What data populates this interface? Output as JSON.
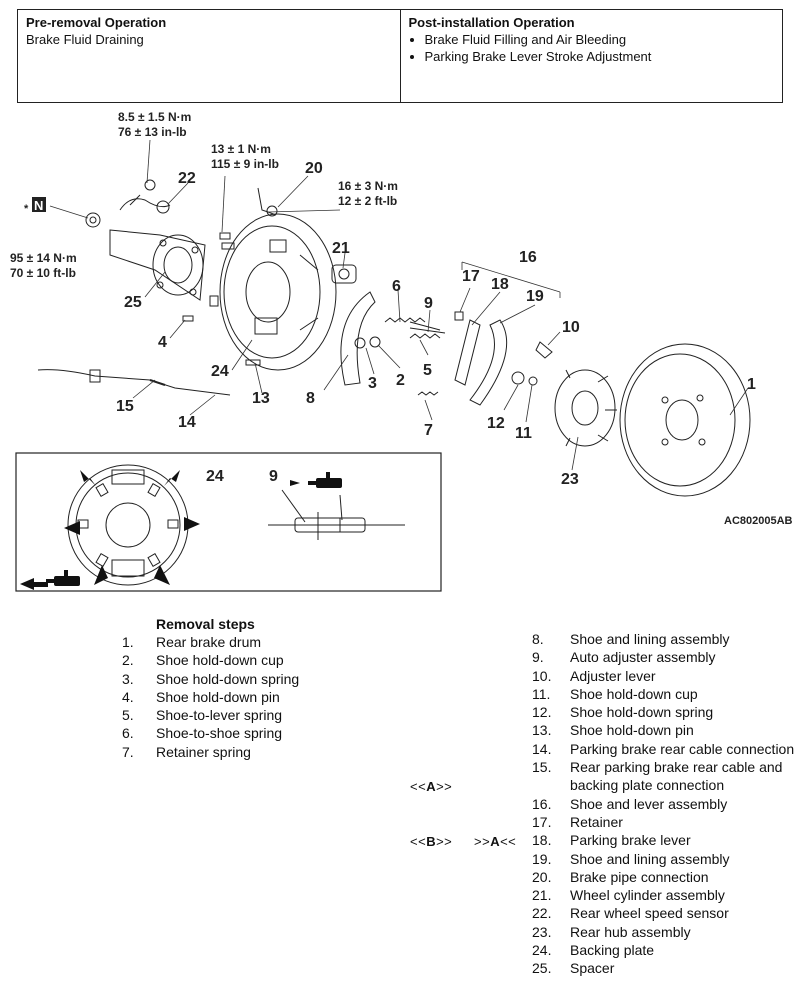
{
  "operations": {
    "pre": {
      "title": "Pre-removal Operation",
      "items": [
        "Brake Fluid Draining"
      ]
    },
    "post": {
      "title": "Post-installation Operation",
      "items": [
        "Brake Fluid Filling and Air Bleeding",
        "Parking Brake Lever Stroke  Adjustment"
      ]
    }
  },
  "diagram": {
    "torques": {
      "t1a": "8.5 ± 1.5 N·m",
      "t1b": "76 ± 13 in-lb",
      "t2a": "13 ± 1 N·m",
      "t2b": "115 ± 9 in-lb",
      "t3a": "16 ± 3 N·m",
      "t3b": "12 ± 2 ft-lb",
      "t4a": "95 ± 14 N·m",
      "t4b": "70 ± 10 ft-lb"
    },
    "callouts": {
      "c1": "1",
      "c2": "2",
      "c3": "3",
      "c4": "4",
      "c5": "5",
      "c6": "6",
      "c7": "7",
      "c8": "8",
      "c9": "9",
      "c10": "10",
      "c11": "11",
      "c12": "12",
      "c13": "13",
      "c14": "14",
      "c15": "15",
      "c16": "16",
      "c17": "17",
      "c18": "18",
      "c19": "19",
      "c20": "20",
      "c21": "21",
      "c22": "22",
      "c23": "23",
      "c24": "24",
      "c25": "25",
      "inset24": "24",
      "inset9": "9"
    },
    "n_mark": "N",
    "n_asterisk": "*",
    "figure_id": "AC802005AB"
  },
  "removal": {
    "title": "Removal steps",
    "left": [
      {
        "n": "1.",
        "t": "Rear brake drum"
      },
      {
        "n": "2.",
        "t": "Shoe hold-down cup"
      },
      {
        "n": "3.",
        "t": "Shoe hold-down spring"
      },
      {
        "n": "4.",
        "t": "Shoe hold-down pin"
      },
      {
        "n": "5.",
        "t": "Shoe-to-lever spring"
      },
      {
        "n": "6.",
        "t": "Shoe-to-shoe spring"
      },
      {
        "n": "7.",
        "t": "Retainer spring"
      }
    ],
    "right": [
      {
        "n": "8.",
        "t": "Shoe and lining assembly"
      },
      {
        "n": "9.",
        "t": "Auto adjuster assembly"
      },
      {
        "n": "10.",
        "t": "Adjuster lever"
      },
      {
        "n": "11.",
        "t": "Shoe hold-down cup"
      },
      {
        "n": "12.",
        "t": "Shoe hold-down spring"
      },
      {
        "n": "13.",
        "t": "Shoe hold-down pin"
      },
      {
        "n": "14.",
        "t": "Parking brake rear cable connection"
      },
      {
        "n": "15.",
        "t": "Rear parking brake rear cable and backing plate connection"
      },
      {
        "n": "16.",
        "t": "Shoe and lever assembly"
      },
      {
        "n": "17.",
        "t": "Retainer"
      },
      {
        "n": "18.",
        "t": "Parking brake lever"
      },
      {
        "n": "19.",
        "t": "Shoe and lining assembly"
      },
      {
        "n": "20.",
        "t": "Brake pipe connection"
      },
      {
        "n": "21.",
        "t": "Wheel cylinder assembly"
      },
      {
        "n": "22.",
        "t": "Rear wheel speed sensor"
      },
      {
        "n": "23.",
        "t": "Rear hub assembly"
      },
      {
        "n": "24.",
        "t": "Backing plate"
      },
      {
        "n": "25.",
        "t": "Spacer"
      }
    ],
    "markers": {
      "m15_pre": "<<",
      "m15_mid": "A",
      "m15_post": ">>",
      "m17a_pre": "<<",
      "m17a_mid": "B",
      "m17a_post": ">>",
      "m17b_pre": ">>",
      "m17b_mid": "A",
      "m17b_post": "<<"
    }
  }
}
